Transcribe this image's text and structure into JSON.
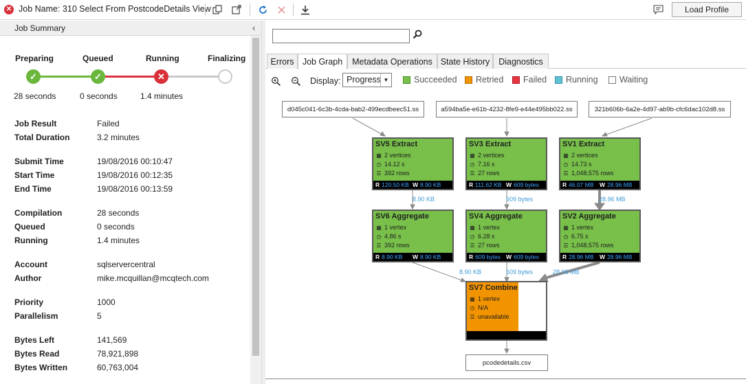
{
  "toolbar": {
    "job_title": "Job Name: 310 Select From PostcodeDetails View",
    "load_profile": "Load Profile"
  },
  "summary": {
    "header": "Job Summary",
    "stages": [
      {
        "label": "Preparing",
        "time": "28 seconds",
        "state": "succeeded"
      },
      {
        "label": "Queued",
        "time": "0 seconds",
        "state": "succeeded"
      },
      {
        "label": "Running",
        "time": "1.4 minutes",
        "state": "failed"
      },
      {
        "label": "Finalizing",
        "time": "",
        "state": "waiting"
      }
    ],
    "fields": [
      {
        "key": "Job Result",
        "value": "Failed"
      },
      {
        "key": "Total Duration",
        "value": "3.2 minutes"
      },
      {
        "key": "Submit Time",
        "value": "19/08/2016 00:10:47"
      },
      {
        "key": "Start Time",
        "value": "19/08/2016 00:12:35"
      },
      {
        "key": "End Time",
        "value": "19/08/2016 00:13:59"
      },
      {
        "key": "Compilation",
        "value": "28 seconds"
      },
      {
        "key": "Queued",
        "value": "0 seconds"
      },
      {
        "key": "Running",
        "value": "1.4 minutes"
      },
      {
        "key": "Account",
        "value": "sqlservercentral"
      },
      {
        "key": "Author",
        "value": "mike.mcquillan@mcqtech.com"
      },
      {
        "key": "Priority",
        "value": "1000"
      },
      {
        "key": "Parallelism",
        "value": "5"
      },
      {
        "key": "Bytes Left",
        "value": "141,569"
      },
      {
        "key": "Bytes Read",
        "value": "78,921,898"
      },
      {
        "key": "Bytes Written",
        "value": "60,763,004"
      }
    ]
  },
  "tabs": [
    "Errors",
    "Job Graph",
    "Metadata Operations",
    "State History",
    "Diagnostics"
  ],
  "active_tab": "Job Graph",
  "graph_toolbar": {
    "display_label": "Display:",
    "display_value": "Progress",
    "legend": [
      {
        "label": "Succeeded",
        "color": "#78c04a"
      },
      {
        "label": "Retried",
        "color": "#f29400"
      },
      {
        "label": "Failed",
        "color": "#e8343f"
      },
      {
        "label": "Running",
        "color": "#62c2d6"
      },
      {
        "label": "Waiting",
        "color": "#ffffff"
      }
    ]
  },
  "graph": {
    "inputs": [
      "d045c041-6c3b-4cda-bab2-499ecdbeec51.ss",
      "a594ba5e-e61b-4232-8fe9-e44e495bb022.ss",
      "321b606b-6a2e-4d97-ab9b-cfc6dac102d8.ss"
    ],
    "output": "pcodedetails.csv",
    "nodes": {
      "sv5": {
        "title": "SV5 Extract",
        "vertices": "2 vertices",
        "time": "14.12 s",
        "rows": "392 rows",
        "read": "120.50 KB",
        "write": "8.90 KB"
      },
      "sv3": {
        "title": "SV3 Extract",
        "vertices": "2 vertices",
        "time": "7.16 s",
        "rows": "27 rows",
        "read": "111.62 KB",
        "write": "609 bytes"
      },
      "sv1": {
        "title": "SV1 Extract",
        "vertices": "2 vertices",
        "time": "14.73 s",
        "rows": "1,048,575 rows",
        "read": "46.07 MB",
        "write": "28.96 MB"
      },
      "sv6": {
        "title": "SV6 Aggregate",
        "vertices": "1 vertex",
        "time": "4.86 s",
        "rows": "392 rows",
        "read": "8.90 KB",
        "write": "8.90 KB"
      },
      "sv4": {
        "title": "SV4 Aggregate",
        "vertices": "1 vertex",
        "time": "6.28 s",
        "rows": "27 rows",
        "read": "609 bytes",
        "write": "609 bytes"
      },
      "sv2": {
        "title": "SV2 Aggregate",
        "vertices": "1 vertex",
        "time": "6.75 s",
        "rows": "1,048,575 rows",
        "read": "28.96 MB",
        "write": "28.96 MB"
      },
      "sv7": {
        "title": "SV7 Combine",
        "vertices": "1 vertex",
        "time": "N/A",
        "rows": "unavailable"
      }
    },
    "edge_labels": {
      "sv5_sv6": "8.90 KB",
      "sv3_sv4": "609 bytes",
      "sv1_sv2": "28.96 MB",
      "sv6_sv7": "8.90 KB",
      "sv4_sv7": "609 bytes",
      "sv2_sv7": "28.96 MB"
    },
    "io_labels": {
      "read": "R",
      "write": "W"
    }
  }
}
